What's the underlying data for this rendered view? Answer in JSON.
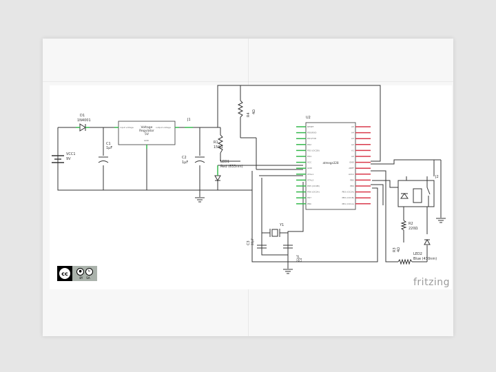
{
  "brand": {
    "name": "fritzing"
  },
  "license": {
    "cc": "cc",
    "by": "BY",
    "sa": "SA",
    "icon_names": [
      "cc-icon",
      "attribution-icon",
      "share-alike-icon"
    ]
  },
  "components": {
    "d1": {
      "ref": "D1",
      "value": "1N4001"
    },
    "vcc1": {
      "ref": "VCC1",
      "value": "9V"
    },
    "c1": {
      "ref": "C1",
      "value": "1µF"
    },
    "reg": {
      "title": "Voltage",
      "subtitle": "Regulator",
      "value": "5V",
      "pin_in": "input voltage",
      "pin_out": "output voltage",
      "pin_gnd": "GND"
    },
    "j1": {
      "ref": "J1"
    },
    "c2": {
      "ref": "C2",
      "value": "1µF"
    },
    "r1": {
      "ref": "R1",
      "value": "150Ω"
    },
    "led1": {
      "ref": "LED1",
      "value": "Red (633nm)"
    },
    "r4": {
      "ref": "R4",
      "value": "4Ω"
    },
    "u2": {
      "ref": "U2",
      "name": "atmega328"
    },
    "y1": {
      "ref": "Y1"
    },
    "c3": {
      "ref": "C3",
      "value": "22pF"
    },
    "c4": {
      "ref": "C4",
      "value": "22pF"
    },
    "r2": {
      "ref": "R2",
      "value": "220Ω"
    },
    "r3": {
      "ref": "R3",
      "value": "4Ω"
    },
    "led2": {
      "ref": "LED2",
      "value": "Blue (430nm)"
    },
    "j2": {
      "ref": "J2"
    }
  },
  "mcu_pins": {
    "left": [
      "RESET",
      "PD0/RXD",
      "PD1/TXD",
      "PD2",
      "PD3 (OC2B)",
      "PD4",
      "VCC",
      "GND",
      "XTAL1",
      "XTAL2",
      "PD5 (OC0B)",
      "PD6 (OC0A)",
      "PD7",
      "PB0"
    ],
    "right": [
      "A5",
      "A4",
      "A3",
      "A2",
      "A1",
      "A0",
      "GND",
      "AREF",
      "AVCC",
      "PB5",
      "PB4",
      "PB3 (OC2A)",
      "PB2 (OC1B)",
      "PB1 (OC1A)"
    ]
  },
  "colors": {
    "wire": "#333333",
    "pin": "#33b84a",
    "pin_right": "#d9384a",
    "component": "#555555"
  }
}
